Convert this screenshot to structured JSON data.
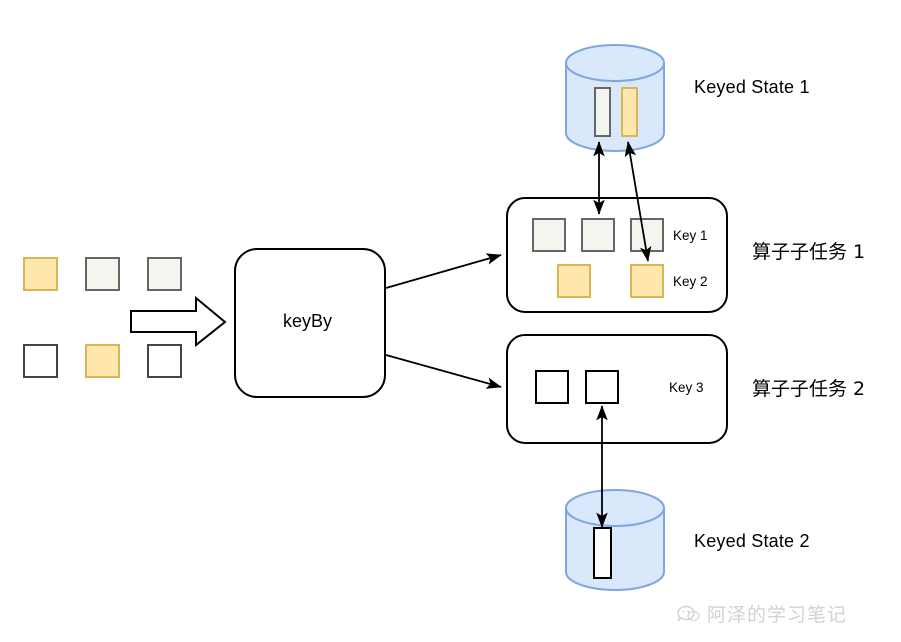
{
  "diagram": {
    "title": "Flink Keyed State / keyBy partitioning diagram",
    "colors": {
      "cylinder_fill": "#dae8fc",
      "cylinder_stroke": "#7ea6e0",
      "yellow_fill": "#ffe6ad",
      "yellow_stroke": "#d6b656",
      "gray_fill": "#f5f5f0",
      "gray_stroke": "#666666",
      "white_fill": "#ffffff",
      "black_stroke": "#000000",
      "watermark": "#d2d2d2"
    }
  },
  "input_stream": {
    "name": "input-records",
    "rows": [
      [
        {
          "name": "record-yellow-1",
          "style": "yellow"
        },
        {
          "name": "record-gray-1",
          "style": "gray"
        },
        {
          "name": "record-gray-2",
          "style": "gray"
        }
      ],
      [
        {
          "name": "record-white-1",
          "style": "white"
        },
        {
          "name": "record-yellow-2",
          "style": "yellow"
        },
        {
          "name": "record-white-2",
          "style": "white"
        }
      ]
    ],
    "flow_arrow": "big-right-arrow"
  },
  "keyby": {
    "label": "keyBy"
  },
  "operator_tasks": [
    {
      "id": "operator-subtask-1",
      "label": "算子子任务 1",
      "key_labels": [
        "Key 1",
        "Key 2"
      ],
      "squares_key1": [
        {
          "name": "key1-square-1",
          "style": "gray"
        },
        {
          "name": "key1-square-2",
          "style": "gray"
        },
        {
          "name": "key1-square-3",
          "style": "gray"
        }
      ],
      "squares_key2": [
        {
          "name": "key2-square-1",
          "style": "yellow"
        },
        {
          "name": "key2-square-2",
          "style": "yellow"
        }
      ]
    },
    {
      "id": "operator-subtask-2",
      "label": "算子子任务 2",
      "key_labels": [
        "Key 3"
      ],
      "squares_key3": [
        {
          "name": "key3-square-1",
          "style": "white"
        },
        {
          "name": "key3-square-2",
          "style": "white"
        }
      ]
    }
  ],
  "states": [
    {
      "id": "keyed-state-1",
      "label": "Keyed State 1",
      "bars": [
        {
          "name": "state1-bar-gray",
          "style": "gray"
        },
        {
          "name": "state1-bar-yellow",
          "style": "yellow"
        }
      ]
    },
    {
      "id": "keyed-state-2",
      "label": "Keyed State 2",
      "bars": [
        {
          "name": "state2-bar-white",
          "style": "white"
        }
      ]
    }
  ],
  "connections": [
    {
      "name": "arrow-keyby-to-subtask-1",
      "type": "single"
    },
    {
      "name": "arrow-keyby-to-subtask-2",
      "type": "single"
    },
    {
      "name": "arrow-state1-gray-to-key1",
      "type": "double"
    },
    {
      "name": "arrow-state1-yellow-to-key2",
      "type": "double"
    },
    {
      "name": "arrow-state2-to-key3",
      "type": "double"
    }
  ],
  "watermark": {
    "text": "阿泽的学习笔记",
    "icon": "wechat-icon"
  }
}
